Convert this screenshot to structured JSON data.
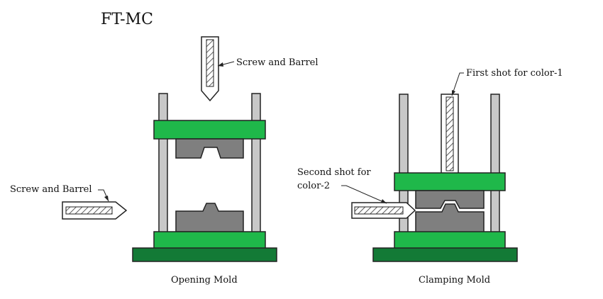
{
  "title": "FT-MC",
  "left": {
    "screw_top_label": "Screw and Barrel",
    "screw_side_label": "Screw and Barrel",
    "caption": "Opening Mold"
  },
  "right": {
    "first_shot_label": "First shot for color-1",
    "second_shot_line1": "Second shot for",
    "second_shot_line2": "color-2",
    "caption": "Clamping Mold"
  },
  "colors": {
    "platen": "#1fb84a",
    "base": "#137a36",
    "mold": "#7f7f7f",
    "column": "#c8c8c8",
    "stroke": "#222222"
  }
}
